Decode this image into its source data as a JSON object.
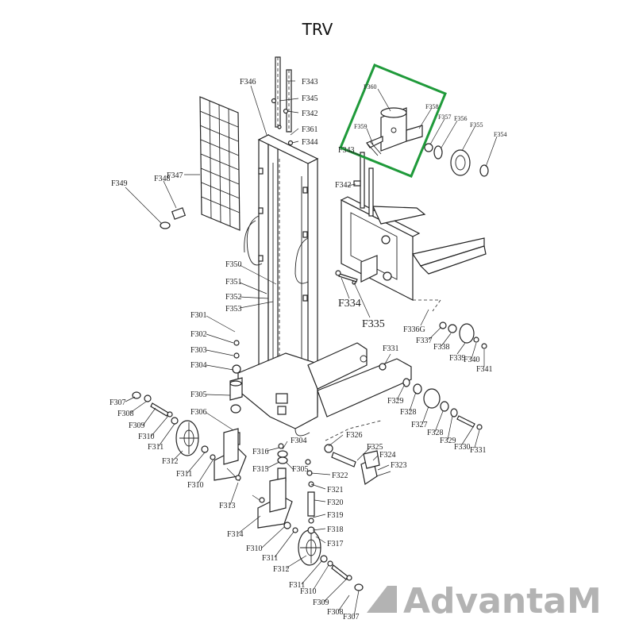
{
  "title": "TRV",
  "brand": {
    "logo_text": "AdvantaM"
  },
  "highlight_color": "#1f9a3a",
  "parts": {
    "F301": "F301",
    "F302": "F302",
    "F303": "F303",
    "F304": "F304",
    "F305": "F305",
    "F306": "F306",
    "F307": "F307",
    "F308": "F308",
    "F309": "F309",
    "F310": "F310",
    "F311": "F311",
    "F312": "F312",
    "F313": "F313",
    "F314": "F314",
    "F315": "F315",
    "F316": "F316",
    "F317": "F317",
    "F318": "F318",
    "F319": "F319",
    "F320": "F320",
    "F321": "F321",
    "F322": "F322",
    "F323": "F323",
    "F324": "F324",
    "F325": "F325",
    "F326": "F326",
    "F327": "F327",
    "F328": "F328",
    "F329": "F329",
    "F330": "F330",
    "F331": "F331",
    "F334": "F334",
    "F335": "F335",
    "F336G": "F336G",
    "F337": "F337",
    "F338": "F338",
    "F339": "F339",
    "F340": "F340",
    "F341": "F341",
    "F342": "F342",
    "F343": "F343",
    "F344": "F344",
    "F345": "F345",
    "F346": "F346",
    "F347": "F347",
    "F348": "F348",
    "F349": "F349",
    "F350": "F350",
    "F351": "F351",
    "F352": "F352",
    "F353": "F353",
    "F354": "F354",
    "F355": "F355",
    "F356": "F356",
    "F357": "F357",
    "F358": "F358",
    "F359": "F359",
    "F360": "F360",
    "F361": "F361"
  }
}
